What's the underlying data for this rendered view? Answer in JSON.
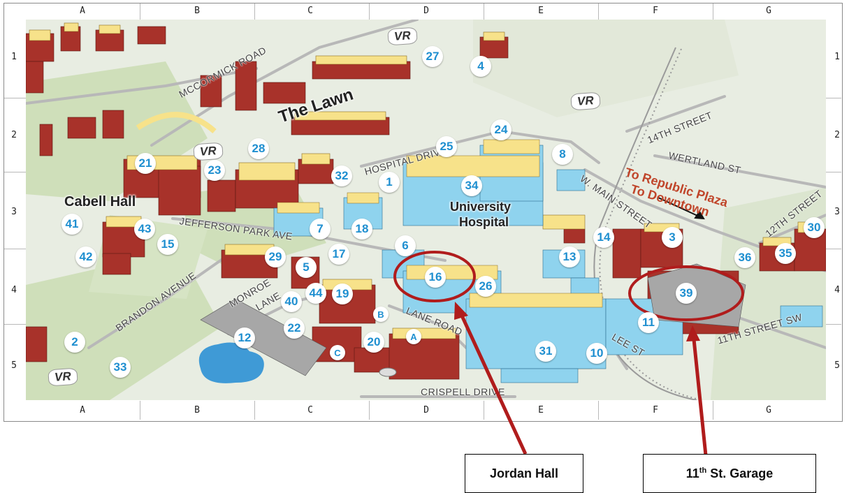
{
  "grid": {
    "columns": [
      "A",
      "B",
      "C",
      "D",
      "E",
      "F",
      "G"
    ],
    "rows": [
      "1",
      "2",
      "3",
      "4",
      "5"
    ]
  },
  "labels": {
    "the_lawn": "The Lawn",
    "cabell_hall": "Cabell Hall",
    "university_hospital_line1": "University",
    "university_hospital_line2": "Hospital",
    "destination_line1": "To Republic Plaza",
    "destination_line2": "To Downtown",
    "vr": "VR"
  },
  "roads": {
    "mccormick": "MCCORMICK ROAD",
    "hospital_drive": "HOSPITAL DRIVE",
    "jefferson_park": "JEFFERSON PARK AVE",
    "brandon": "BRANDON AVENUE",
    "monroe_lane_1": "MONROE",
    "monroe_lane_2": "LANE",
    "lane_road": "LANE ROAD",
    "crispell": "CRISPELL DRIVE",
    "w_main": "W. MAIN STREET",
    "14th": "14TH STREET",
    "wertland": "WERTLAND ST",
    "12th": "12TH STREET",
    "11th_sw": "11TH STREET SW",
    "lee": "LEE ST"
  },
  "pins": {
    "p1": "1",
    "p2": "2",
    "p3": "3",
    "p4": "4",
    "p5": "5",
    "p6": "6",
    "p7": "7",
    "p8": "8",
    "p10": "10",
    "p11": "11",
    "p12": "12",
    "p13": "13",
    "p14": "14",
    "p15": "15",
    "p16": "16",
    "p17": "17",
    "p18": "18",
    "p19": "19",
    "p20": "20",
    "p21": "21",
    "p22": "22",
    "p23": "23",
    "p24": "24",
    "p25": "25",
    "p26": "26",
    "p27": "27",
    "p28": "28",
    "p29": "29",
    "p30": "30",
    "p31": "31",
    "p32": "32",
    "p33": "33",
    "p34": "34",
    "p35": "35",
    "p36": "36",
    "p39": "39",
    "p40": "40",
    "p41": "41",
    "p42": "42",
    "p43": "43",
    "p44": "44",
    "pA": "A",
    "pB": "B",
    "pC": "C"
  },
  "callouts": {
    "jordan_hall": "Jordan Hall",
    "garage_num": "11",
    "garage_sup": "th",
    "garage_rest": " St. Garage"
  },
  "colors": {
    "highlight": "#b01c1c",
    "pin_text": "#1f8fd0",
    "brick": "#a8322a",
    "roof": "#f7e28a",
    "hospital": "#8fd3ee",
    "grass": "#c9dcb4",
    "garage": "#a7a7a7"
  }
}
